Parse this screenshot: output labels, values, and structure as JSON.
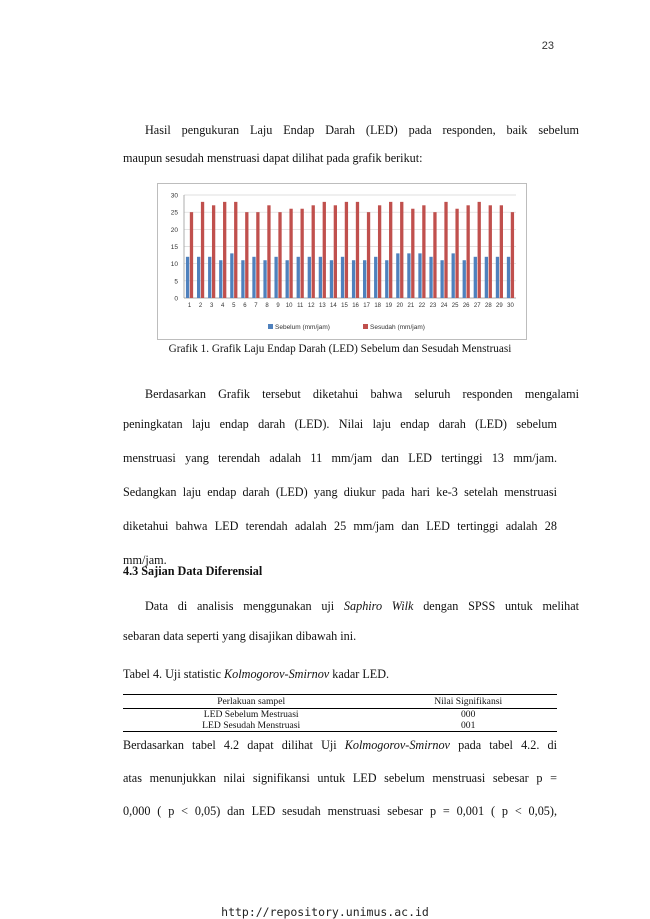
{
  "page_number": "23",
  "para1": {
    "lines": [
      "Hasil pengukuran Laju Endap Darah (LED) pada responden, baik sebelum",
      "maupun sesudah menstruasi dapat dilihat pada grafik berikut:"
    ]
  },
  "chart_data": {
    "type": "bar",
    "categories": [
      "1",
      "2",
      "3",
      "4",
      "5",
      "6",
      "7",
      "8",
      "9",
      "10",
      "11",
      "12",
      "13",
      "14",
      "15",
      "16",
      "17",
      "18",
      "19",
      "20",
      "21",
      "22",
      "23",
      "24",
      "25",
      "26",
      "27",
      "28",
      "29",
      "30"
    ],
    "series": [
      {
        "name": "Sebelum (mm/jam)",
        "color": "#4f81bd",
        "values": [
          12,
          12,
          12,
          11,
          13,
          11,
          12,
          11,
          12,
          11,
          12,
          12,
          12,
          11,
          12,
          11,
          11,
          12,
          11,
          13,
          13,
          13,
          12,
          11,
          13,
          11,
          12,
          12,
          12,
          12
        ]
      },
      {
        "name": "Sesudah (mm/jam)",
        "color": "#c0504d",
        "values": [
          25,
          28,
          27,
          28,
          28,
          25,
          25,
          27,
          25,
          26,
          26,
          27,
          28,
          27,
          28,
          28,
          25,
          27,
          28,
          28,
          26,
          27,
          25,
          28,
          26,
          27,
          28,
          27,
          27,
          25
        ]
      }
    ],
    "yticks": [
      "0",
      "5",
      "10",
      "15",
      "20",
      "25",
      "30"
    ],
    "ylim": [
      0,
      30
    ],
    "grid": true,
    "legend_position": "bottom"
  },
  "chart_caption": "Grafik 1. Grafik Laju Endap Darah (LED) Sebelum dan Sesudah Menstruasi",
  "para2": {
    "lines": [
      "Berdasarkan Grafik tersebut diketahui bahwa seluruh responden mengalami",
      "peningkatan laju endap darah (LED). Nilai laju endap darah (LED) sebelum",
      "menstruasi yang terendah adalah 11 mm/jam dan LED tertinggi 13 mm/jam.",
      "Sedangkan laju endap darah (LED) yang diukur pada hari ke-3 setelah menstruasi",
      "diketahui bahwa LED terendah adalah 25 mm/jam dan LED tertinggi adalah 28",
      "mm/jam."
    ]
  },
  "section_heading": "4.3 Sajian Data Diferensial",
  "para3": {
    "line1_before": "Data di analisis menggunakan uji ",
    "line1_italic": "Saphiro Wilk",
    "line1_after": " dengan SPSS untuk melihat",
    "line2": "sebaran data seperti yang disajikan dibawah ini."
  },
  "table_caption": {
    "before": "Tabel 4. Uji statistic ",
    "italic": "Kolmogorov-Smirnov",
    "after": " kadar LED."
  },
  "table": {
    "headers": [
      "Perlakuan sampel",
      "Nilai Signifikansi"
    ],
    "rows": [
      [
        "LED Sebelum Mestruasi",
        "000"
      ],
      [
        "LED Sesudah Menstruasi",
        "001"
      ]
    ]
  },
  "para4": {
    "line1_before": "Berdasarkan tabel 4.2 dapat dilihat Uji ",
    "line1_italic": "Kolmogorov-Smirnov",
    "line1_after": " pada tabel 4.2. di",
    "line2": "atas menunjukkan nilai signifikansi untuk LED sebelum menstruasi sebesar p =",
    "line3": "0,000 ( p < 0,05) dan LED sesudah  menstruasi sebesar p = 0,001 ( p < 0,05),"
  },
  "footer_url": "http://repository.unimus.ac.id"
}
